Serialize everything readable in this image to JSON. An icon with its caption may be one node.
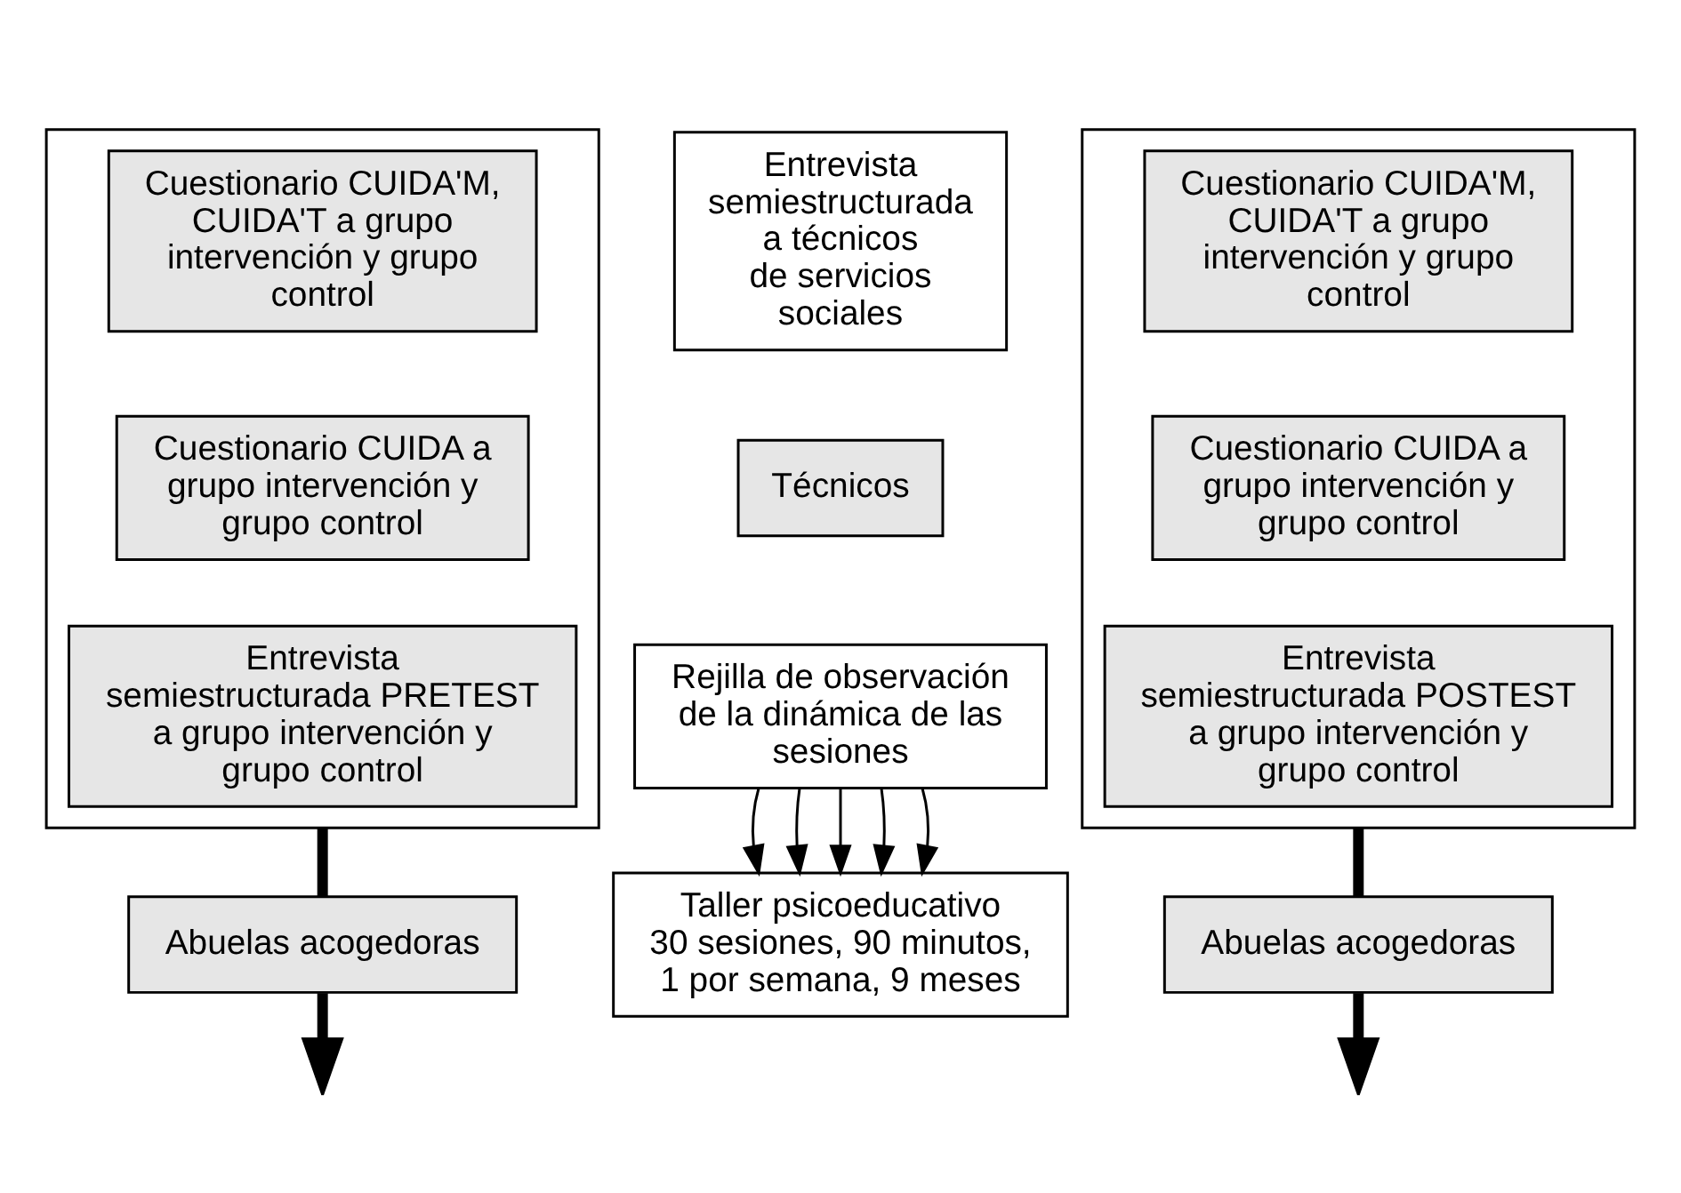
{
  "diagram": {
    "nodes": [
      {
        "text": [],
        "shape": "box"
      },
      {
        "text": [
          "Cuestionario CUIDA'M, CUIDA'T a grupo intervención y grupo control"
        ],
        "in": 0
      },
      {
        "text": [
          "Cuestionario CUIDA a grupo intervención y grupo control"
        ],
        "in": 0
      },
      {
        "text": [
          "Entrevista semiestructurada PRETEST a grupo intervención y grupo control"
        ],
        "in": 0
      },
      {
        "text": [
          "Abuelas acogedoras"
        ]
      },
      {
        "text": [
          "Entrevista semiestructurada a técnicos de servicios sociales"
        ]
      },
      {
        "text": [
          "Técnicos"
        ]
      },
      {
        "text": [
          "Rejilla de observación de la dinámica de las sesiones"
        ]
      },
      {
        "text": [
          "Taller psicoeducativo",
          "30 sesiones, 90 minutos, 1 por semana, 9 meses"
        ]
      },
      {
        "text": [],
        "shape": "box"
      },
      {
        "text": [
          "Cuestionario CUIDA'M, CUIDA'T a grupo intervención y grupo control"
        ],
        "in": 9
      },
      {
        "text": [
          "Cuestionario CUIDA a grupo intervención y grupo control"
        ],
        "in": 9
      },
      {
        "text": [
          "Entrevista semiestructurada POSTEST a grupo intervención y grupo control"
        ],
        "in": 9
      },
      {
        "text": [
          "Abuelas acogedoras"
        ]
      }
    ],
    "edges": [
      {
        "from": 0,
        "to": 4,
        "arrow": "none",
        "style": "thick"
      },
      {
        "from": 4,
        "to": null,
        "arrow": "to",
        "style": "thick"
      },
      {
        "from": 7,
        "to": 8,
        "arrow": "to"
      },
      {
        "from": 7,
        "to": 8,
        "arrow": "to"
      },
      {
        "from": 7,
        "to": 8,
        "arrow": "to"
      },
      {
        "from": 7,
        "to": 8,
        "arrow": "to"
      },
      {
        "from": 7,
        "to": 8,
        "arrow": "to"
      },
      {
        "from": 9,
        "to": 13,
        "arrow": "none",
        "style": "thick"
      },
      {
        "from": 13,
        "to": null,
        "arrow": "to",
        "style": "thick"
      }
    ]
  }
}
